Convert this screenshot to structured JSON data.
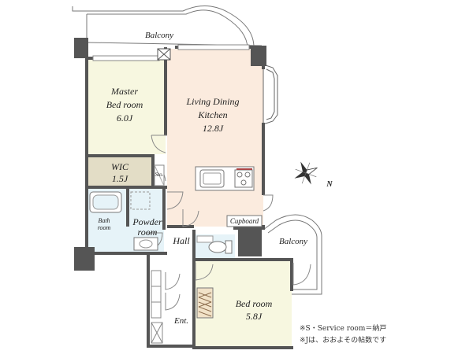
{
  "colors": {
    "wall": "#555555",
    "ldk": "#fbebde",
    "bedroom": "#f7f7e0",
    "wic": "#e3ddc6",
    "wet": "#e6f3f8",
    "closet": "#f1e2c8"
  },
  "rooms": {
    "balcony_top": "Balcony",
    "master_bedroom": {
      "name1": "Master",
      "name2": "Bed room",
      "size": "6.0J"
    },
    "ldk": {
      "name1": "Living Dining",
      "name2": "Kitchen",
      "size": "12.8J"
    },
    "wic": {
      "name": "WIC",
      "size": "1.5J"
    },
    "storage": "Sto.",
    "bath": {
      "name1": "Bath",
      "name2": "room"
    },
    "powder": {
      "name1": "Powder",
      "name2": "room"
    },
    "hall": "Hall",
    "cupboard": "Cupboard",
    "balcony_right": "Balcony",
    "bedroom": {
      "name": "Bed room",
      "size": "5.8J"
    },
    "entrance": "Ent."
  },
  "compass": {
    "label": "N"
  },
  "notes": {
    "line1": "※S・Service room＝納戸",
    "line2": "※Jは、おおよその帖数です"
  }
}
